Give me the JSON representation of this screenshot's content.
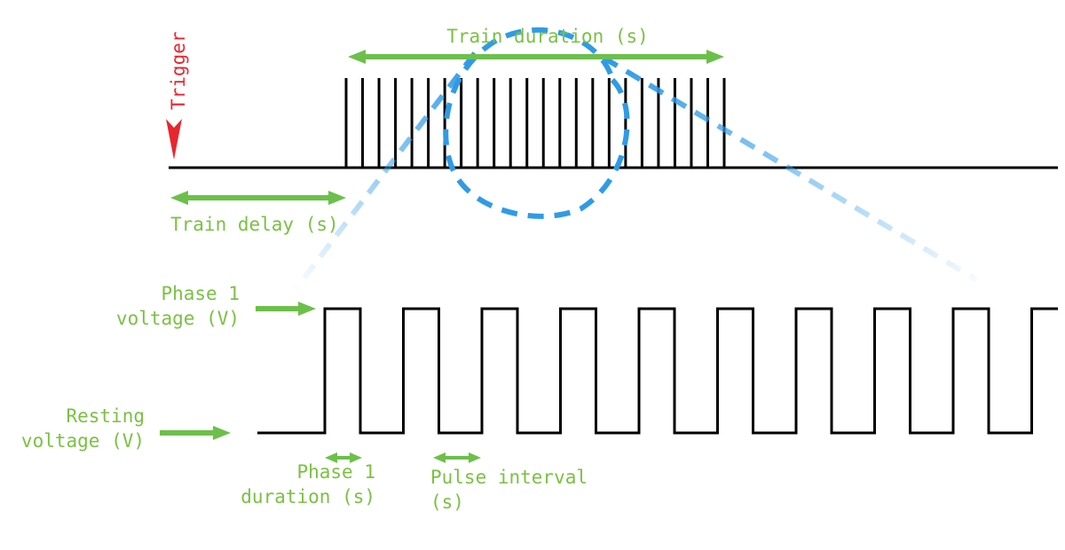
{
  "colors": {
    "label": "#7ac143",
    "arrow": "#6cc04a",
    "trigger": "#e8262e",
    "zoom": "#2f9be6",
    "line": "#000000",
    "background": "#ffffff"
  },
  "labels": {
    "trigger": "Trigger",
    "train_duration": "Train duration (s)",
    "train_delay": "Train delay (s)",
    "phase1_voltage": [
      "Phase 1",
      "voltage (V)"
    ],
    "resting_voltage": [
      "Resting",
      "voltage (V)"
    ],
    "phase1_duration": [
      "Phase 1",
      "duration (s)"
    ],
    "pulse_interval": [
      "Pulse interval",
      "(s)"
    ]
  },
  "icons": {
    "trigger": "down-arrow-icon",
    "zoom": "magnifier-icon"
  }
}
